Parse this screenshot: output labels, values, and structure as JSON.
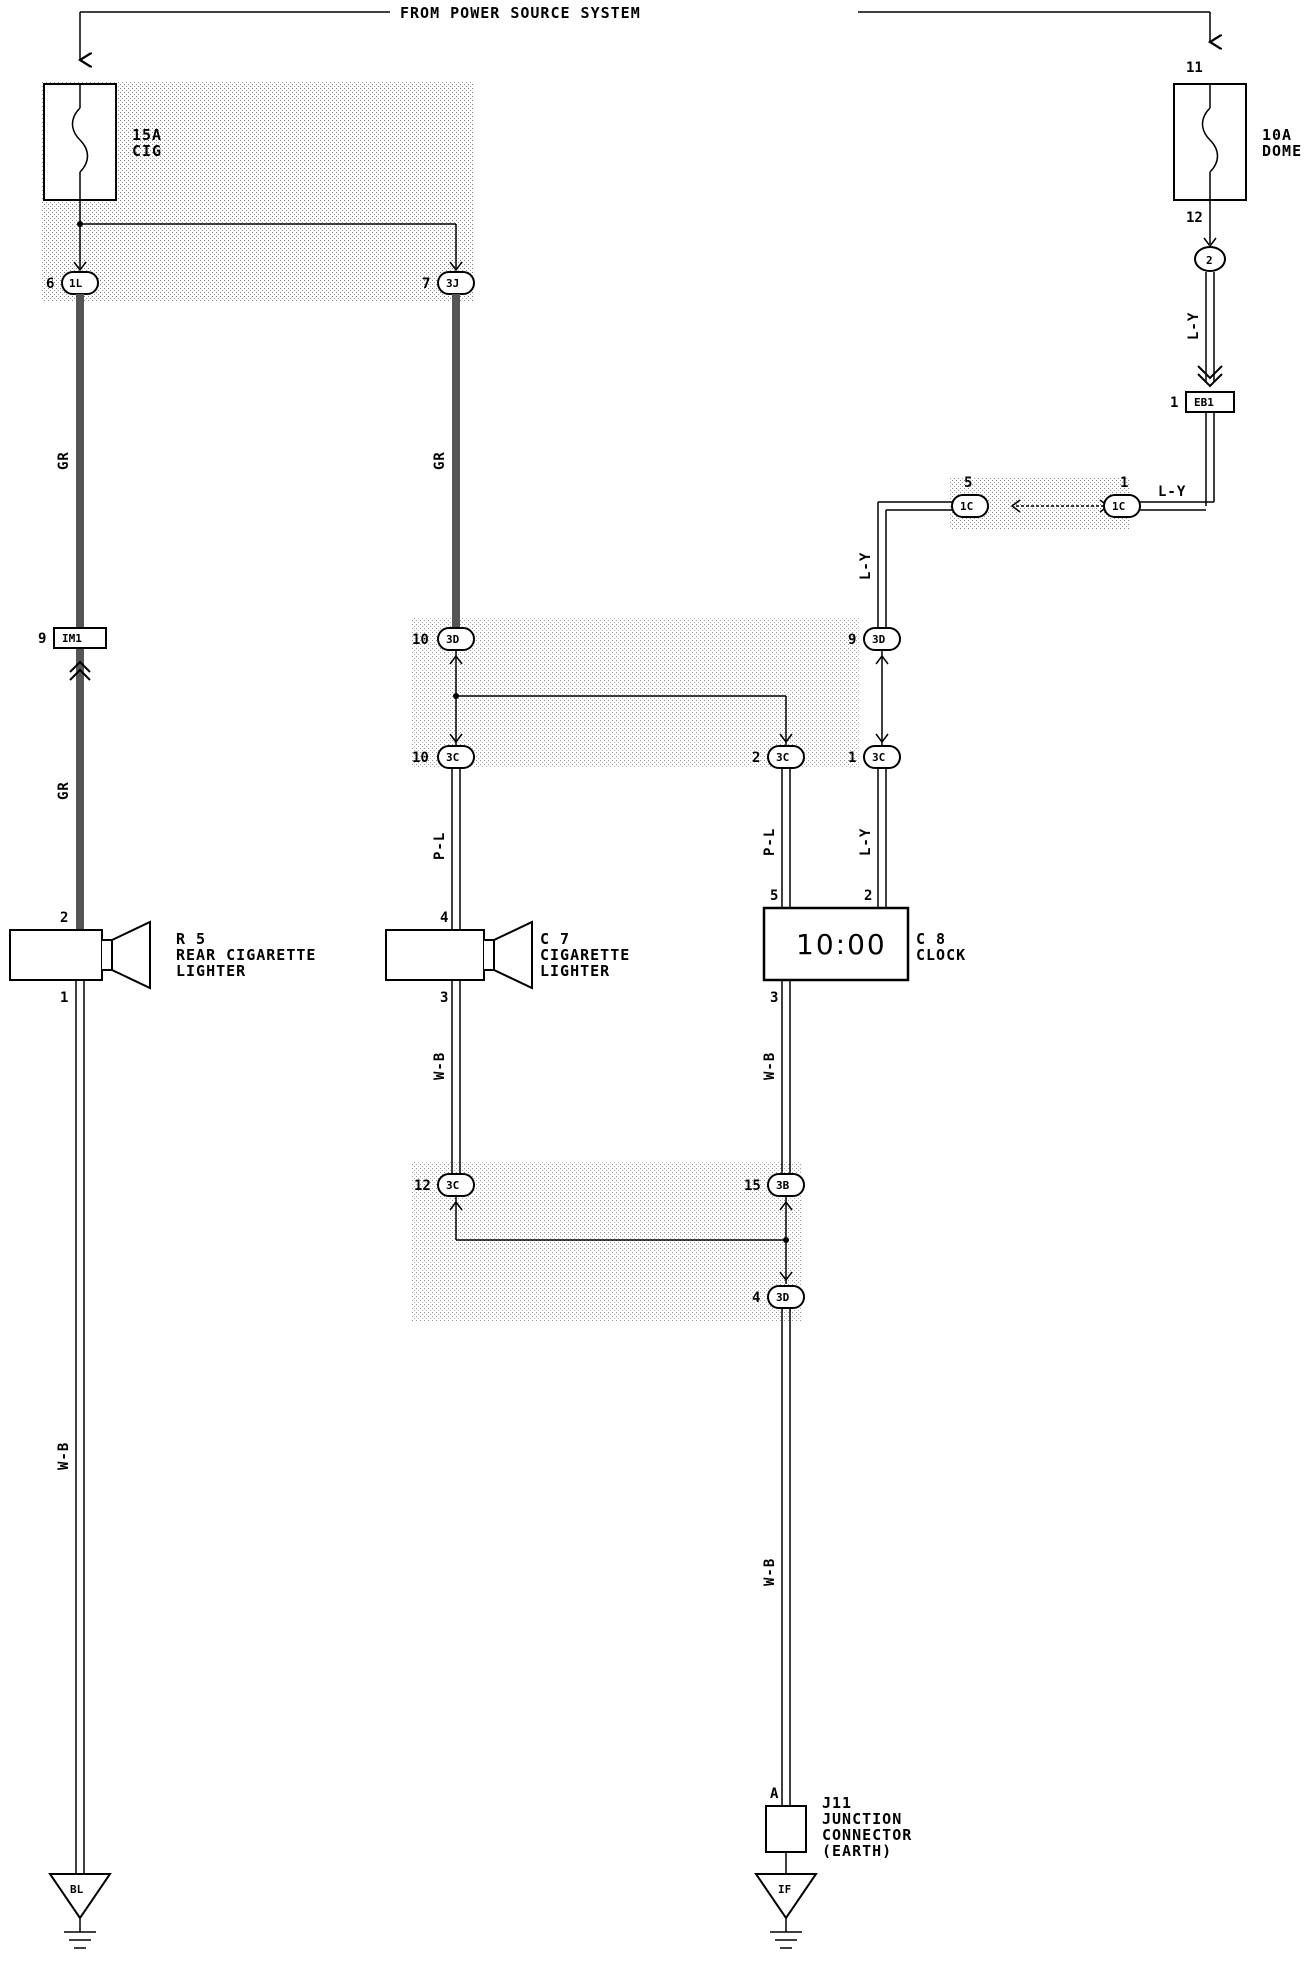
{
  "header": {
    "title": "FROM POWER SOURCE SYSTEM"
  },
  "fuses": {
    "cig": {
      "rating": "15A",
      "name": "CIG"
    },
    "dome": {
      "rating": "10A",
      "name": "DOME",
      "pin_in": "11",
      "pin_out": "12"
    }
  },
  "connectors": {
    "c1L": {
      "id": "1L",
      "pin": "6"
    },
    "c3J": {
      "id": "3J",
      "pin": "7"
    },
    "c2": {
      "id": "2"
    },
    "EB1": {
      "id": "EB1",
      "pin": "1"
    },
    "c1C_a": {
      "id": "1C",
      "pin": "5"
    },
    "c1C_b": {
      "id": "1C",
      "pin": "1"
    },
    "IM1": {
      "id": "IM1",
      "pin": "9"
    },
    "c3D_a": {
      "id": "3D",
      "pin": "10"
    },
    "c3D_b": {
      "id": "3D",
      "pin": "9"
    },
    "c3C_a": {
      "id": "3C",
      "pin": "10"
    },
    "c3C_b": {
      "id": "3C",
      "pin": "2"
    },
    "c3C_c": {
      "id": "3C",
      "pin": "1"
    },
    "c3C_d": {
      "id": "3C",
      "pin": "12"
    },
    "c3B": {
      "id": "3B",
      "pin": "15"
    },
    "c3D_c": {
      "id": "3D",
      "pin": "4"
    }
  },
  "wires": {
    "gr": "GR",
    "ly": "L-Y",
    "pl": "P-L",
    "wb": "W-B"
  },
  "components": {
    "r5": {
      "code": "R 5",
      "line1": "REAR CIGARETTE",
      "line2": "LIGHTER",
      "pin_top": "2",
      "pin_bottom": "1"
    },
    "c7": {
      "code": "C 7",
      "line1": "CIGARETTE",
      "line2": "LIGHTER",
      "pin_top": "4",
      "pin_bottom": "3"
    },
    "c8": {
      "code": "C 8",
      "line1": "CLOCK",
      "display": "10:00",
      "pin_a": "5",
      "pin_b": "2",
      "pin_bottom": "3"
    },
    "j11": {
      "code": "J11",
      "line1": "JUNCTION",
      "line2": "CONNECTOR",
      "line3": "(EARTH)",
      "pin": "A"
    }
  },
  "grounds": {
    "bl": "BL",
    "if": "IF"
  }
}
